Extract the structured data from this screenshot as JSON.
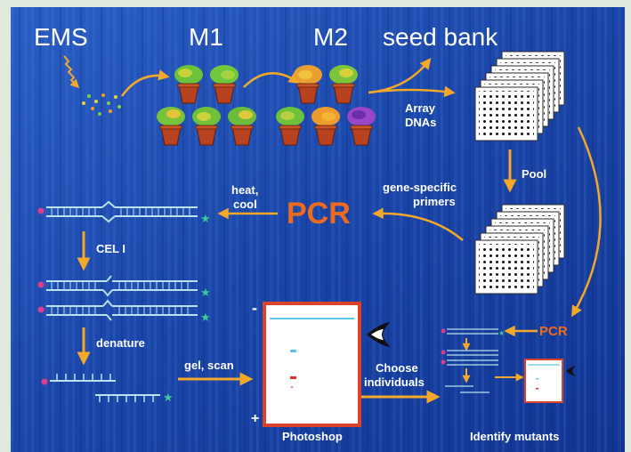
{
  "labels": {
    "ems": "EMS",
    "m1": "M1",
    "m2": "M2",
    "seed_bank": "seed bank",
    "array_dnas_line1": "Array",
    "array_dnas_line2": "DNAs",
    "pool": "Pool",
    "gene_specific_line1": "gene-specific",
    "gene_specific_line2": "primers",
    "pcr_big": "PCR",
    "heat_cool_line1": "heat,",
    "heat_cool_line2": "cool",
    "cel1": "CEL I",
    "denature": "denature",
    "gel_scan": "gel, scan",
    "minus": "-",
    "plus": "+",
    "photoshop": "Photoshop",
    "choose_line1": "Choose",
    "choose_line2": "individuals",
    "pcr_small": "PCR",
    "identify_mutants": "Identify mutants"
  },
  "colors": {
    "background": "#1b47a6",
    "arrow": "#f3a82a",
    "pcr_text": "#f06a1e",
    "gel_border": "#d8432a",
    "dna_strand": "#b9e2ea",
    "label_pink": "#e23b8a",
    "label_green": "#3cc89a",
    "band_cyan": "#5bc7e8",
    "band_red": "#e0302b"
  },
  "icons": {
    "eye": "eye-icon",
    "pot": "plant-pot-icon",
    "plate": "dna-plate-icon",
    "mutagen": "lightning-icon"
  }
}
